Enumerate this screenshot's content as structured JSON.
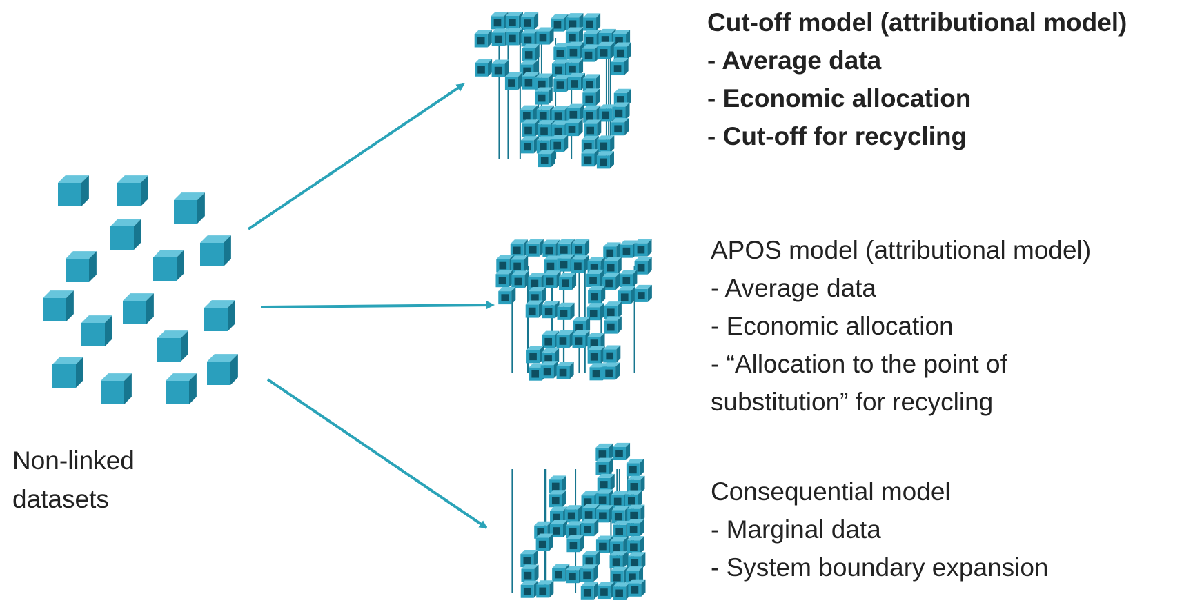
{
  "source_label": [
    "Non-linked",
    "datasets"
  ],
  "models": [
    {
      "title": "Cut-off model (attributional model)",
      "items": [
        "- Average data",
        "-  Economic allocation",
        "-  Cut-off for recycling"
      ],
      "bold": true
    },
    {
      "title": "APOS model (attributional model)",
      "items": [
        "- Average data",
        "- Economic allocation",
        "- “Allocation to the point of",
        "substitution” for recycling"
      ],
      "bold": false
    },
    {
      "title": "Consequential model",
      "items": [
        "- Marginal data",
        "-  System boundary expansion"
      ],
      "bold": false
    }
  ],
  "colors": {
    "cube_front": "#2a9fbd",
    "cube_top": "#67c5dc",
    "cube_side": "#17768f",
    "arrow": "#2aa3b8"
  }
}
